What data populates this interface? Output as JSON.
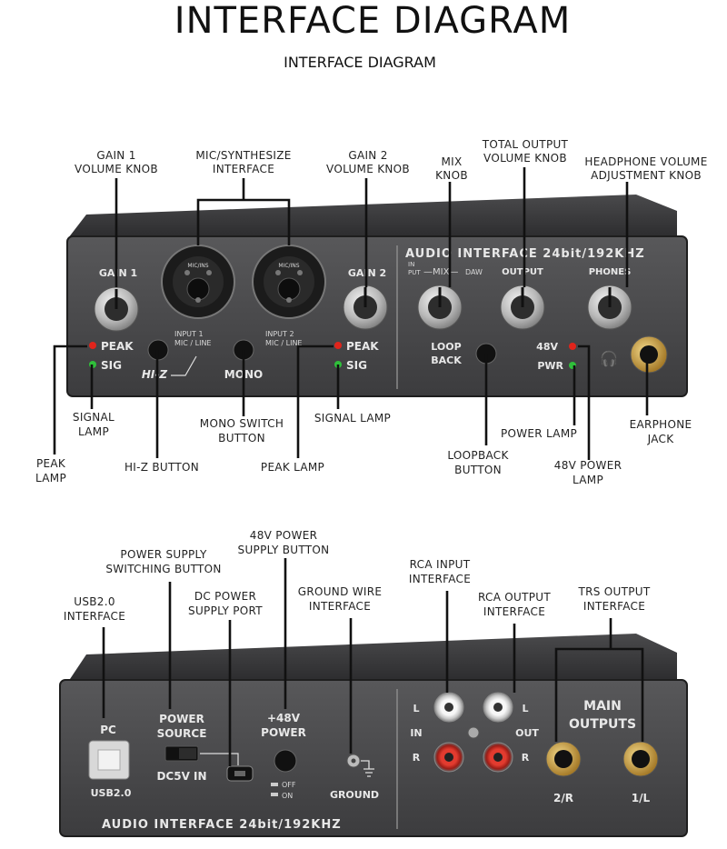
{
  "header": {
    "title": "INTERFACE DIAGRAM",
    "subtitle": "INTERFACE DIAGRAM"
  },
  "front_callouts": {
    "gain1": [
      "GAIN 1",
      "VOLUME KNOB"
    ],
    "mic": [
      "MIC/SYNTHESIZE",
      "INTERFACE"
    ],
    "gain2": [
      "GAIN 2",
      "VOLUME KNOB"
    ],
    "mix": [
      "MIX",
      "KNOB"
    ],
    "total_output": [
      "TOTAL OUTPUT",
      "VOLUME KNOB"
    ],
    "headphone": [
      "HEADPHONE VOLUME",
      "ADJUSTMENT KNOB"
    ],
    "signal_lamp_left": [
      "SIGNAL",
      "LAMP"
    ],
    "peak_lamp_left": [
      "PEAK",
      "LAMP"
    ],
    "hiz_button": "HI-Z BUTTON",
    "mono_switch": [
      "MONO SWITCH",
      "BUTTON"
    ],
    "peak_lamp_center": "PEAK LAMP",
    "signal_lamp_center": "SIGNAL LAMP",
    "loopback_button": [
      "LOOPBACK",
      "BUTTON"
    ],
    "power_lamp": "POWER LAMP",
    "power_lamp_48v": [
      "48V POWER",
      "LAMP"
    ],
    "earphone_jack": [
      "EARPHONE",
      "JACK"
    ]
  },
  "front_panel": {
    "gain1_label": "GAIN 1",
    "gain2_label": "GAIN 2",
    "brand_text": "AUDIO INTERFACE 24bit/192KHZ",
    "mix_in_put": [
      "IN",
      "PUT"
    ],
    "mix_label": "—MIX—",
    "mix_daw": "DAW",
    "output_label": "OUTPUT",
    "phones_label": "PHONES",
    "peak_left": "PEAK",
    "sig_left": "SIG",
    "input1": [
      "INPUT 1",
      "MIC / LINE"
    ],
    "input2": [
      "INPUT 2",
      "MIC / LINE"
    ],
    "hiz": "HI-Z",
    "mono": "MONO",
    "peak_right": "PEAK",
    "sig_right": "SIG",
    "loop_back": [
      "LOOP",
      "BACK"
    ],
    "v48": "48V",
    "pwr": "PWR",
    "combo_tag": "MIC/INS"
  },
  "rear_callouts": {
    "v48_button": [
      "48V POWER",
      "SUPPLY BUTTON"
    ],
    "power_switch": [
      "POWER SUPPLY",
      "SWITCHING BUTTON"
    ],
    "usb": [
      "USB2.0",
      "INTERFACE"
    ],
    "dc_port": [
      "DC POWER",
      "SUPPLY PORT"
    ],
    "ground": [
      "GROUND WIRE",
      "INTERFACE"
    ],
    "rca_input": [
      "RCA INPUT",
      "INTERFACE"
    ],
    "rca_output": [
      "RCA OUTPUT",
      "INTERFACE"
    ],
    "trs_output": [
      "TRS OUTPUT",
      "INTERFACE"
    ]
  },
  "rear_panel": {
    "pc": "PC",
    "usb": "USB2.0",
    "power_source": [
      "POWER",
      "SOURCE"
    ],
    "dc5v": "DC5V IN",
    "power_48v": [
      "+48V",
      "POWER"
    ],
    "off": "OFF",
    "on": "ON",
    "ground": "GROUND",
    "l": "L",
    "r": "R",
    "in": "IN",
    "out": "OUT",
    "main_outputs": [
      "MAIN",
      "OUTPUTS"
    ],
    "out_2r": "2/R",
    "out_1l": "1/L",
    "brand_text": "AUDIO INTERFACE 24bit/192KHZ"
  },
  "colors": {
    "chassis": "#3b3b3d",
    "chassis_top": "#2a2a2c",
    "knob": "#bfbfbf",
    "led_red": "#e0241b",
    "led_green": "#2fbf3a",
    "gold": "#c9a04a"
  }
}
